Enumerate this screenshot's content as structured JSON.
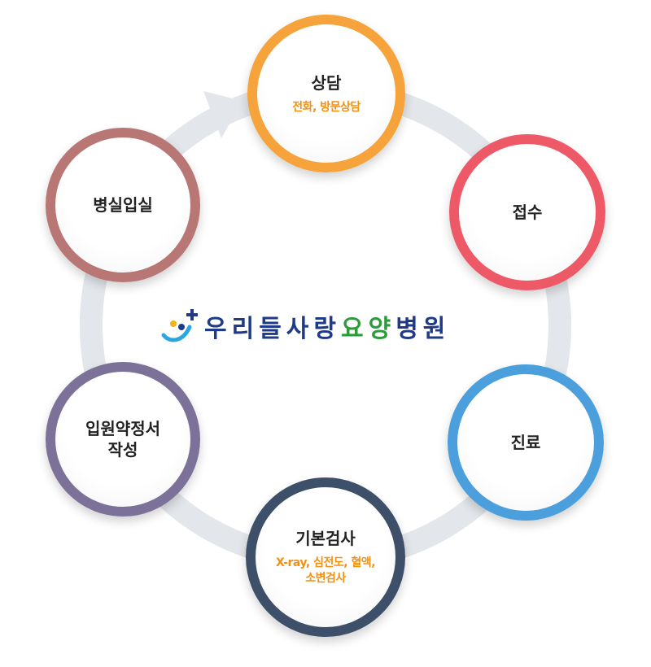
{
  "colors": {
    "ring": "#e3e6ea",
    "subtitle": "#f29111",
    "logo_navy": "#1f3a8a",
    "logo_green": "#2e9b3a"
  },
  "icons": {
    "arrow": "arrow-right-icon",
    "logo": "hospital-logo-icon"
  },
  "steps": [
    {
      "title": "상담",
      "subtitle": "전화, 방문상담",
      "border_color": "#f5a33a"
    },
    {
      "title": "접수",
      "subtitle": "",
      "border_color": "#ee5967"
    },
    {
      "title": "진료",
      "subtitle": "",
      "border_color": "#4a9fdc"
    },
    {
      "title": "기본검사",
      "subtitle": "X-ray, 심전도, 혈액,\n소변검사",
      "border_color": "#3e5069"
    },
    {
      "title": "입원약정서\n작성",
      "subtitle": "",
      "border_color": "#7c7199"
    },
    {
      "title": "병실입실",
      "subtitle": "",
      "border_color": "#b87774"
    }
  ],
  "logo": {
    "part1": "우리들사랑",
    "part2": "요양",
    "part3": "병원"
  }
}
